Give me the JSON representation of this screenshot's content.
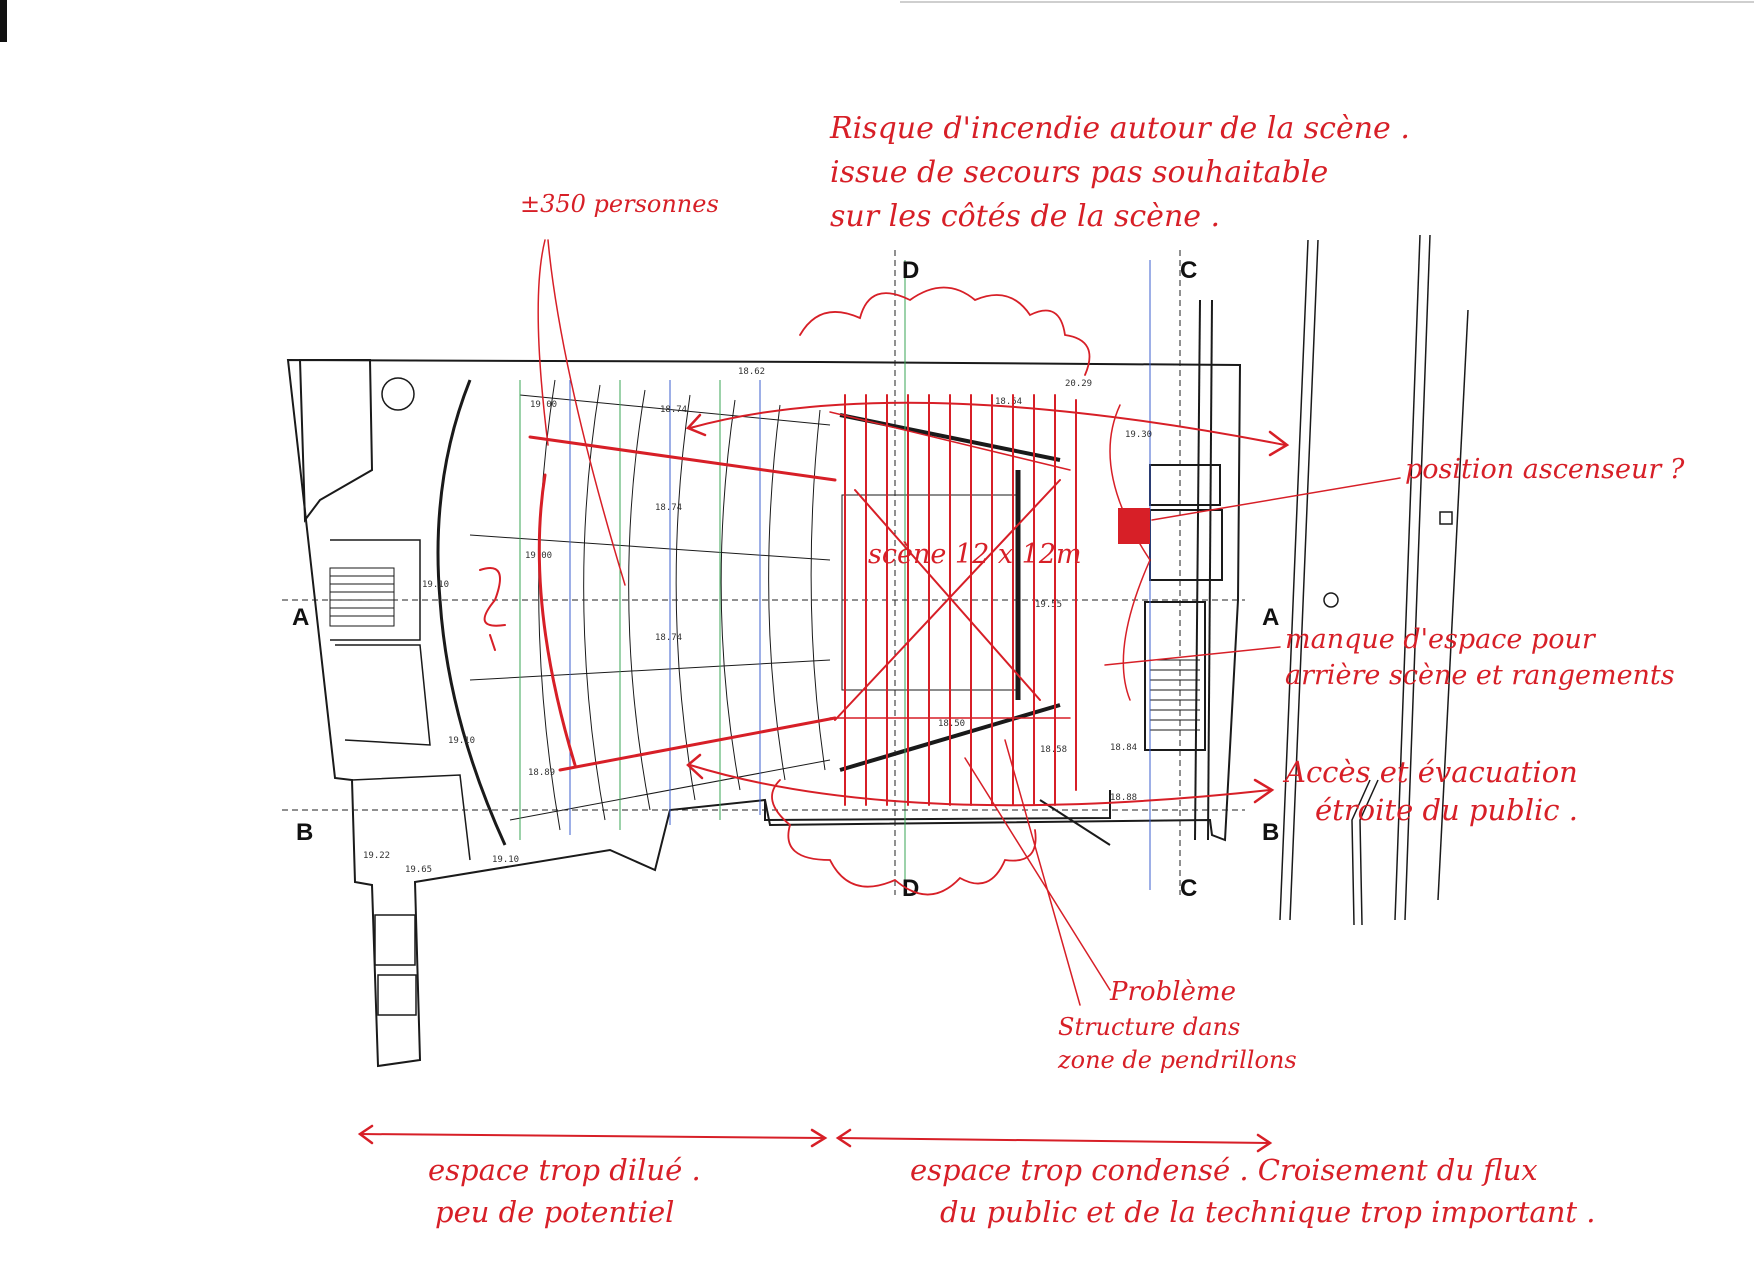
{
  "section_labels": {
    "A_left": "A",
    "A_right": "A",
    "B_left": "B",
    "B_right": "B",
    "C_top": "C",
    "C_bottom": "C",
    "D_top": "D",
    "D_bottom": "D"
  },
  "elevations": {
    "e1": "19.00",
    "e2": "18.62",
    "e3": "18.74",
    "e4": "18.54",
    "e5": "20.29",
    "e6": "19.30",
    "e7": "19.00",
    "e8": "19.10",
    "e9": "18.74",
    "e10": "18.74",
    "e11": "19.55",
    "e12": "19.10",
    "e13": "18.50",
    "e14": "18.58",
    "e15": "18.84",
    "e16": "18.88",
    "e17": "18.89",
    "e18": "19.22",
    "e19": "19.65",
    "e20": "19.10"
  },
  "annotations": {
    "capacity": "±350 personnes",
    "fire_line1": "Risque d'incendie autour de la scène .",
    "fire_line2": "issue de secours pas souhaitable",
    "fire_line3": "sur les côtés de la scène .",
    "elevator": "position ascenseur ?",
    "stage": "scène 12 x 12m",
    "backstage_line1": "manque d'espace pour",
    "backstage_line2": "arrière scène et rangements",
    "access_line1": "Accès et évacuation",
    "access_line2": "étroite du public .",
    "problem_line1": "Problème",
    "problem_line2": "Structure dans",
    "problem_line3": "zone de pendrillons",
    "left_zone_line1": "espace trop dilué .",
    "left_zone_line2": "peu de potentiel",
    "right_zone_line1": "espace trop condensé . Croisement du flux",
    "right_zone_line2": "du public et de la technique trop important .",
    "question_mark": "?"
  },
  "colors": {
    "ink": "#d71f27",
    "plan": "#1a1a1a",
    "grid_green": "#3aa655",
    "grid_blue": "#3b5fcf"
  }
}
